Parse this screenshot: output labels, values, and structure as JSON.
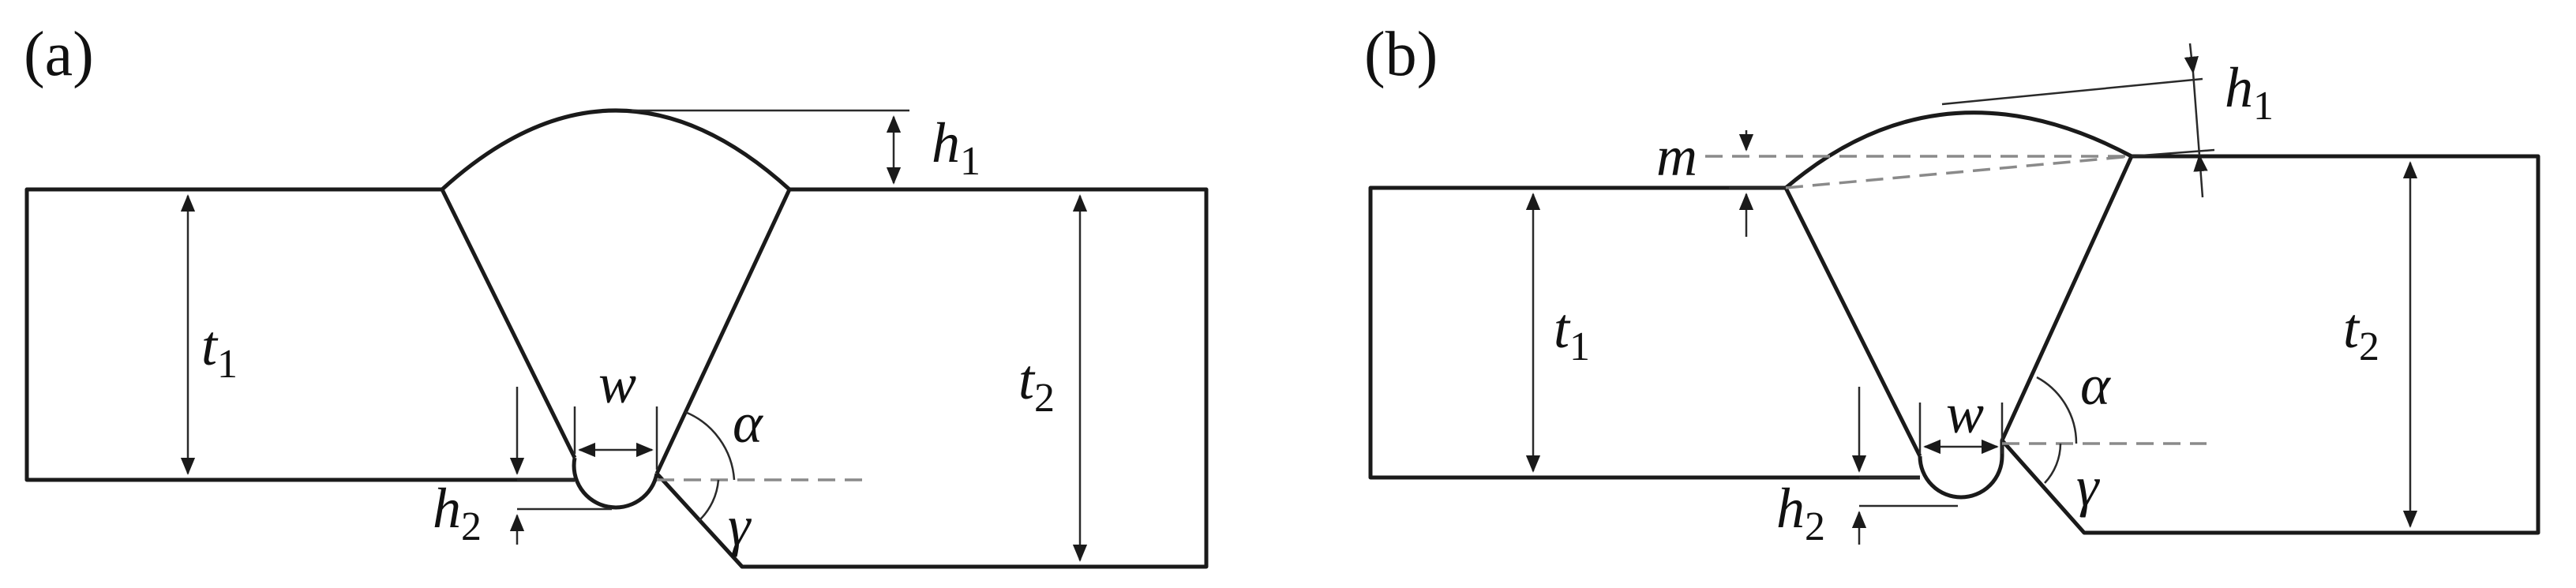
{
  "panel_a": {
    "label": "(a)",
    "t1": {
      "base": "t",
      "sub": "1"
    },
    "t2": {
      "base": "t",
      "sub": "2"
    },
    "h1": {
      "base": "h",
      "sub": "1"
    },
    "h2": {
      "base": "h",
      "sub": "2"
    },
    "w": "w",
    "alpha": "α",
    "gamma": "γ"
  },
  "panel_b": {
    "label": "(b)",
    "t1": {
      "base": "t",
      "sub": "1"
    },
    "t2": {
      "base": "t",
      "sub": "2"
    },
    "h1": {
      "base": "h",
      "sub": "1"
    },
    "h2": {
      "base": "h",
      "sub": "2"
    },
    "m": "m",
    "w": "w",
    "alpha": "α",
    "gamma": "γ"
  }
}
